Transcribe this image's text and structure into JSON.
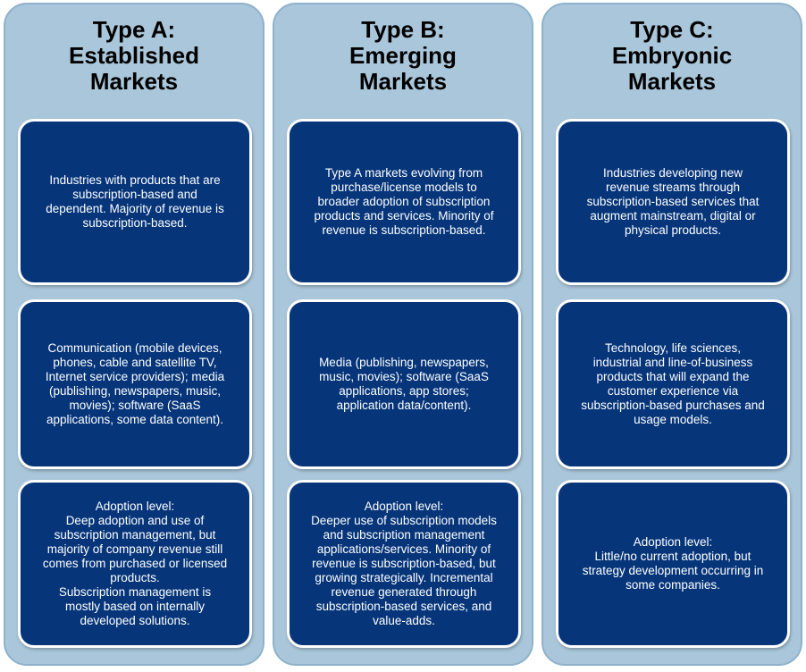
{
  "colors": {
    "column_bg": "#a9c6da",
    "card_bg": "#06357a",
    "card_text": "#ffffff",
    "title_text": "#000000"
  },
  "columns": [
    {
      "title": [
        "Type A:",
        "Established",
        "Markets"
      ],
      "cards": [
        "Industries with products that are\nsubscription-based and\ndependent. Majority of revenue is\nsubscription-based.",
        "Communication (mobile  devices,\nphones, cable and satellite TV,\nInternet service providers); media\n(publishing, newspapers, music,\nmovies); software (SaaS\napplications, some data content).",
        "Adoption level:\nDeep adoption and use of\nsubscription management, but\nmajority of company revenue still\ncomes from purchased or licensed\nproducts.\nSubscription management is\nmostly based on internally\ndeveloped solutions."
      ]
    },
    {
      "title": [
        "Type B:",
        "Emerging",
        "Markets"
      ],
      "cards": [
        "Type A markets evolving from\npurchase/license models to\nbroader adoption of subscription\nproducts and services.  Minority of\nrevenue is subscription-based.",
        "Media (publishing, newspapers,\nmusic, movies); software (SaaS\napplications, app stores;\napplication data/content).",
        "Adoption level:\nDeeper use of subscription models\nand subscription management\napplications/services. Minority of\nrevenue is subscription-based, but\ngrowing strategically. Incremental\nrevenue generated through\nsubscription-based services, and\nvalue-adds."
      ]
    },
    {
      "title": [
        "Type C:",
        "Embryonic",
        "Markets"
      ],
      "cards": [
        "Industries developing new\nrevenue streams through\nsubscription-based services that\naugment mainstream, digital or\nphysical products.",
        "Technology, life sciences,\nindustrial and line-of-business\nproducts that will expand the\ncustomer experience via\nsubscription-based purchases and\nusage models.",
        "Adoption level:\nLittle/no current adoption, but\nstrategy development occurring in\nsome companies."
      ]
    }
  ]
}
